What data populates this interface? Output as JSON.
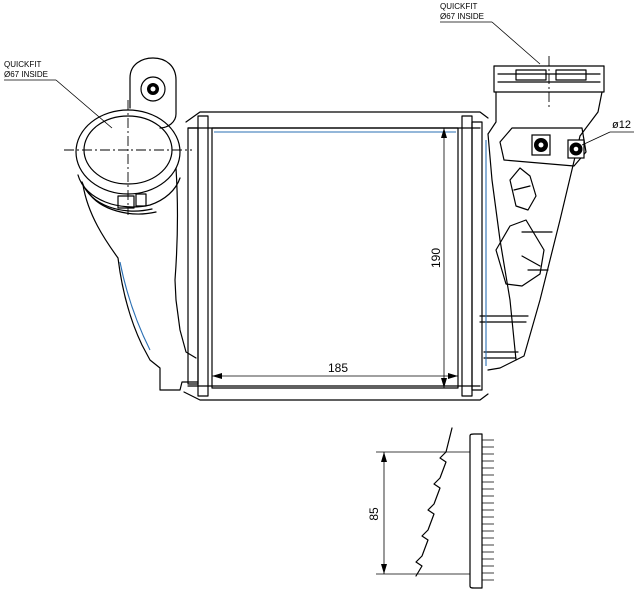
{
  "callouts": {
    "left_quickfit": {
      "line1": "QUICKFIT",
      "line2": "Ø67 INSIDE"
    },
    "right_quickfit": {
      "line1": "QUICKFIT",
      "line2": "Ø67 INSIDE"
    },
    "diameter": "ø12"
  },
  "dimensions": {
    "height": "190",
    "width": "185",
    "detail_height": "85"
  },
  "colors": {
    "lines": "#000000",
    "construction": "#2a6fb3"
  }
}
